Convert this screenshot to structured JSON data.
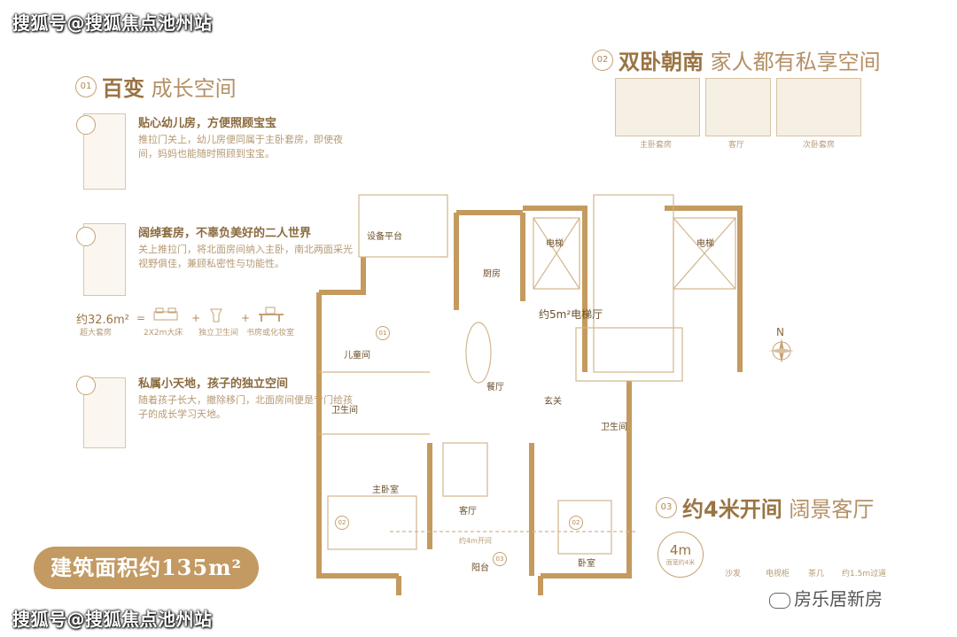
{
  "watermark_top": "搜狐号@搜狐焦点池州站",
  "watermark_bottom": "搜狐号@搜狐焦点池州站",
  "brand_account": "房乐居新房",
  "section1": {
    "num": "01",
    "title_bold": "百变",
    "title_rest": "成长空间"
  },
  "section2": {
    "num": "02",
    "title_bold": "双卧朝南",
    "title_rest": "家人都有私享空间",
    "thumbs": [
      "主卧套房",
      "客厅",
      "次卧套房"
    ]
  },
  "section3": {
    "num": "03",
    "title_bold": "约4米开间",
    "title_rest": "阔景客厅",
    "width_label": "4m",
    "width_sub": "面宽约4米",
    "items": [
      "沙发",
      "电视柜",
      "茶几",
      "约1.5m过道"
    ]
  },
  "features": [
    {
      "head": "贴心幼儿房，方便照顾宝宝",
      "body": "推拉门关上，幼儿房便同属于主卧套房，即使夜间，妈妈也能随时照顾到宝宝。"
    },
    {
      "head": "阔绰套房，不辜负美好的二人世界",
      "body": "关上推拉门，将北面房间纳入主卧，南北两面采光视野俱佳，兼顾私密性与功能性。"
    },
    {
      "head": "私属小天地，孩子的独立空间",
      "body": "随着孩子长大，撤除移门，北面房间便是专门给孩子的成长学习天地。"
    }
  ],
  "suite_row": {
    "area": "约32.6m²",
    "sub": "超大套房",
    "items": [
      "2X2m大床",
      "独立卫生间",
      "书房或化妆室"
    ]
  },
  "area_badge": "建筑面积约135m²",
  "compass": "N",
  "rooms": {
    "equipment": "设备平台",
    "kitchen": "厨房",
    "elevator_left": "电梯",
    "elevator_right": "电梯",
    "elevator_hall": "约5m²电梯厅",
    "kids": "儿童间",
    "bath1": "卫生间",
    "dining": "餐厅",
    "entry": "玄关",
    "bath2": "卫生间",
    "master": "主卧室",
    "living": "客厅",
    "living_width": "约4m开间",
    "balcony": "阳台",
    "bedroom": "卧室"
  },
  "plan_markers": {
    "m01": "01",
    "m02a": "02",
    "m02b": "02",
    "m03": "03"
  },
  "colors": {
    "accent": "#c39a62",
    "wall": "#c49a5e",
    "text": "#9a7443"
  }
}
